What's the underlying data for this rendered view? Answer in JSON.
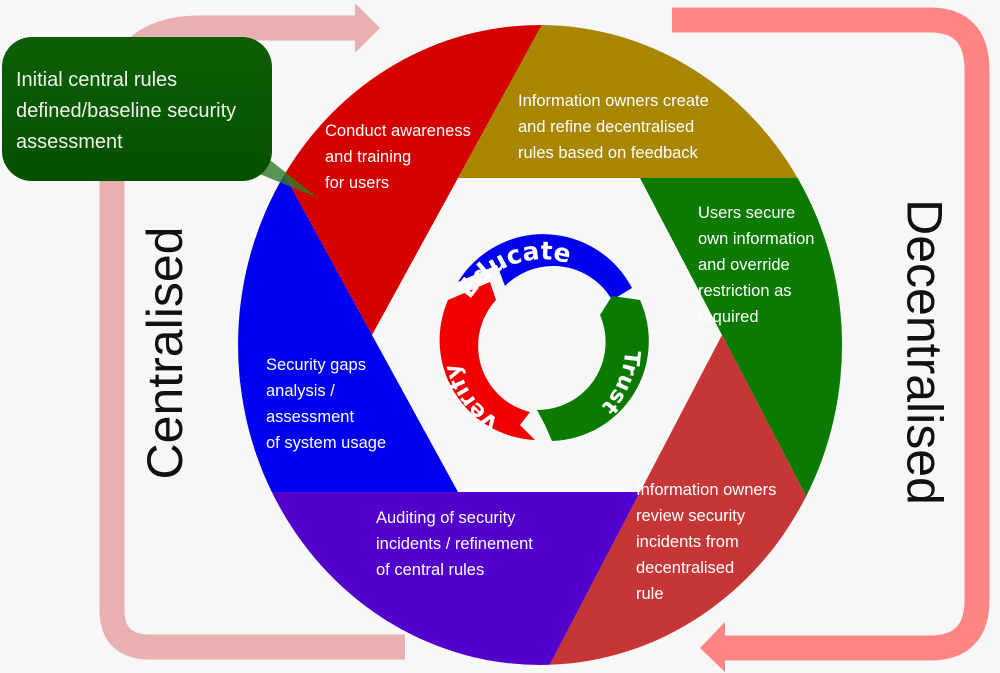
{
  "callout": {
    "text": "Initial central rules\ndefined/baseline security\nassessment"
  },
  "side_labels": {
    "left": "Centralised",
    "right": "Decentralised"
  },
  "segments": [
    {
      "text": "Conduct awareness\nand training\nfor users",
      "color": "#d40000"
    },
    {
      "text": "Information owners create\nand refine decentralised\nrules based on feedback",
      "color": "#a88600"
    },
    {
      "text": "Users secure\nown information\nand override\nrestriction as\n       required",
      "color": "#0a7a00"
    },
    {
      "text": "Information owners\nreview security\nincidents from\ndecentralised\nrule",
      "color": "#c63636"
    },
    {
      "text": "Auditing of security\nincidents / refinement\nof central rules",
      "color": "#5200cc"
    },
    {
      "text": "Security gaps\nanalysis /\nassessment\nof system usage",
      "color": "#0000f0"
    }
  ],
  "cycle": {
    "educate": "Educate",
    "trust": "Trust",
    "verify": "Verify"
  },
  "colors": {
    "left_arrow": "#e8b0b0",
    "right_arrow": "#ff8585",
    "callout": "#0a5a04"
  }
}
